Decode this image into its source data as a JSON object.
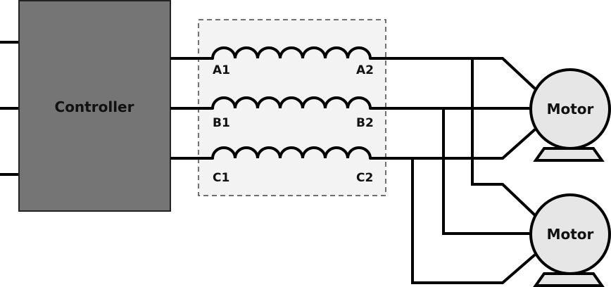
{
  "controller": {
    "label": "Controller",
    "fill": "#757575"
  },
  "inductor_box": {
    "fill": "#f3f3f3",
    "windings": [
      {
        "start_label": "A1",
        "end_label": "A2"
      },
      {
        "start_label": "B1",
        "end_label": "B2"
      },
      {
        "start_label": "C1",
        "end_label": "C2"
      }
    ]
  },
  "motors": [
    {
      "label": "Motor"
    },
    {
      "label": "Motor"
    }
  ],
  "colors": {
    "line": "#000000",
    "motor_fill": "#e6e6e6"
  }
}
